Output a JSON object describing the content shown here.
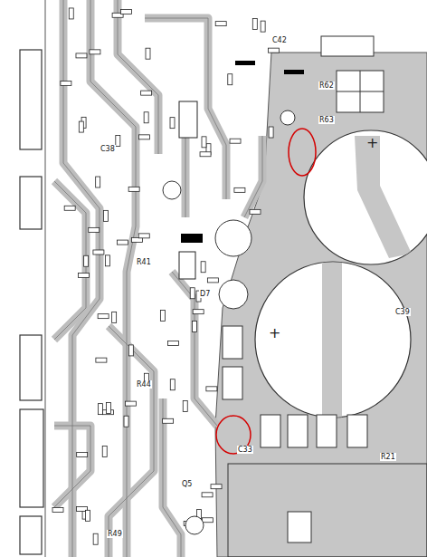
{
  "diagram": {
    "labels": [
      "+",
      "+",
      "C39",
      "R62",
      "R63",
      "C42",
      "R21",
      "C33",
      "R41",
      "R44",
      "C38",
      "Q5",
      "D7",
      "R49"
    ]
  }
}
